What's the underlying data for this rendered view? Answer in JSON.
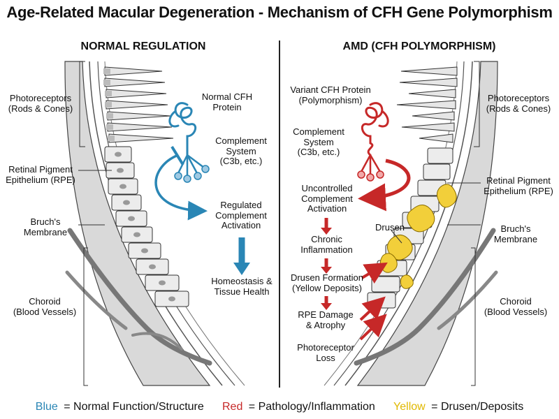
{
  "title": "Age-Related Macular Degeneration - Mechanism of CFH Gene Polymorphism",
  "left": {
    "heading": "NORMAL REGULATION",
    "photoreceptors": [
      "Photoreceptors",
      "(Rods & Cones)"
    ],
    "rpe": [
      "Retinal Pigment",
      "Epithelium (RPE)"
    ],
    "bruch": [
      "Bruch's",
      "Membrane"
    ],
    "choroid": [
      "Choroid",
      "(Blood Vessels)"
    ],
    "protein": [
      "Normal CFH",
      "Protein"
    ],
    "complement": [
      "Complement",
      "System",
      "(C3b, etc.)"
    ],
    "regulated": [
      "Regulated",
      "Complement",
      "Activation"
    ],
    "homeostasis": [
      "Homeostasis &",
      "Tissue Health"
    ]
  },
  "right": {
    "heading": "AMD (CFH POLYMORPHISM)",
    "protein": [
      "Variant CFH Protein",
      "(Polymorphism)"
    ],
    "complement": [
      "Complement",
      "System",
      "(C3b, etc.)"
    ],
    "uncontrolled": [
      "Uncontrolled",
      "Complement",
      "Activation"
    ],
    "chronic": [
      "Chronic",
      "Inflammation"
    ],
    "drusen_formation": [
      "Drusen Formation",
      "(Yellow Deposits)"
    ],
    "rpe_damage": [
      "RPE Damage",
      "& Atrophy"
    ],
    "photoreceptor_loss": [
      "Photoreceptor",
      "Loss"
    ],
    "drusen": "Drusen",
    "photoreceptors": [
      "Photoreceptors",
      "(Rods & Cones)"
    ],
    "rpe": [
      "Retinal Pigment",
      "Epithelium (RPE)"
    ],
    "bruch": [
      "Bruch's",
      "Membrane"
    ],
    "choroid": [
      "Choroid",
      "(Blood Vessels)"
    ]
  },
  "legend": {
    "blue_word": "Blue",
    "blue_text": "= Normal Function/Structure",
    "red_word": "Red",
    "red_text": "= Pathology/Inflammation",
    "yellow_word": "Yellow",
    "yellow_text": "= Drusen/Deposits"
  },
  "colors": {
    "blue": "#2a86b5",
    "red": "#c62828",
    "yellow": "#f2cf3a",
    "tissue": "#e8e8e8",
    "outline": "#333333"
  }
}
